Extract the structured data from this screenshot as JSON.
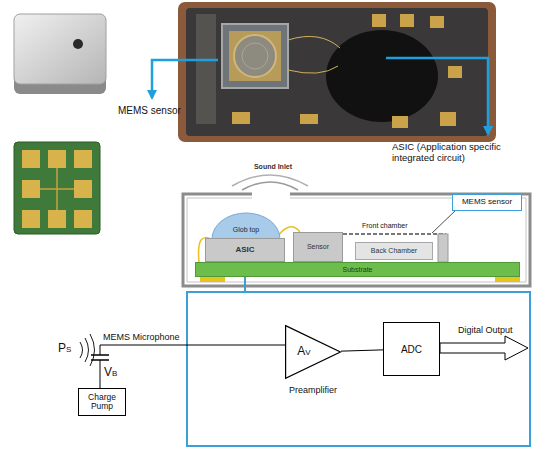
{
  "diagram": {
    "nodes": [
      {
        "text": [
          "MEMS sensor"
        ]
      },
      {
        "text": [
          "Glob top"
        ]
      },
      {
        "text": [
          "ASIC"
        ]
      },
      {
        "text": [
          "Sensor"
        ]
      },
      {
        "text": [
          "Back Chamber"
        ]
      },
      {
        "text": [
          "Substrate"
        ]
      },
      {
        "text": [
          "AV",
          "Preamplifier"
        ]
      },
      {
        "text": [
          "ADC"
        ]
      },
      {
        "text": [
          "Charge Pump"
        ]
      }
    ],
    "edges": [
      {
        "from": 6,
        "to": 7,
        "arrow": "none"
      }
    ],
    "labels": [
      "MEMS sensor",
      "ASIC (Application specific integrated circuit)",
      "Sound Inlet",
      "Front chamber",
      "MEMS Microphone",
      "PS",
      "VB",
      "Digital Output"
    ]
  }
}
